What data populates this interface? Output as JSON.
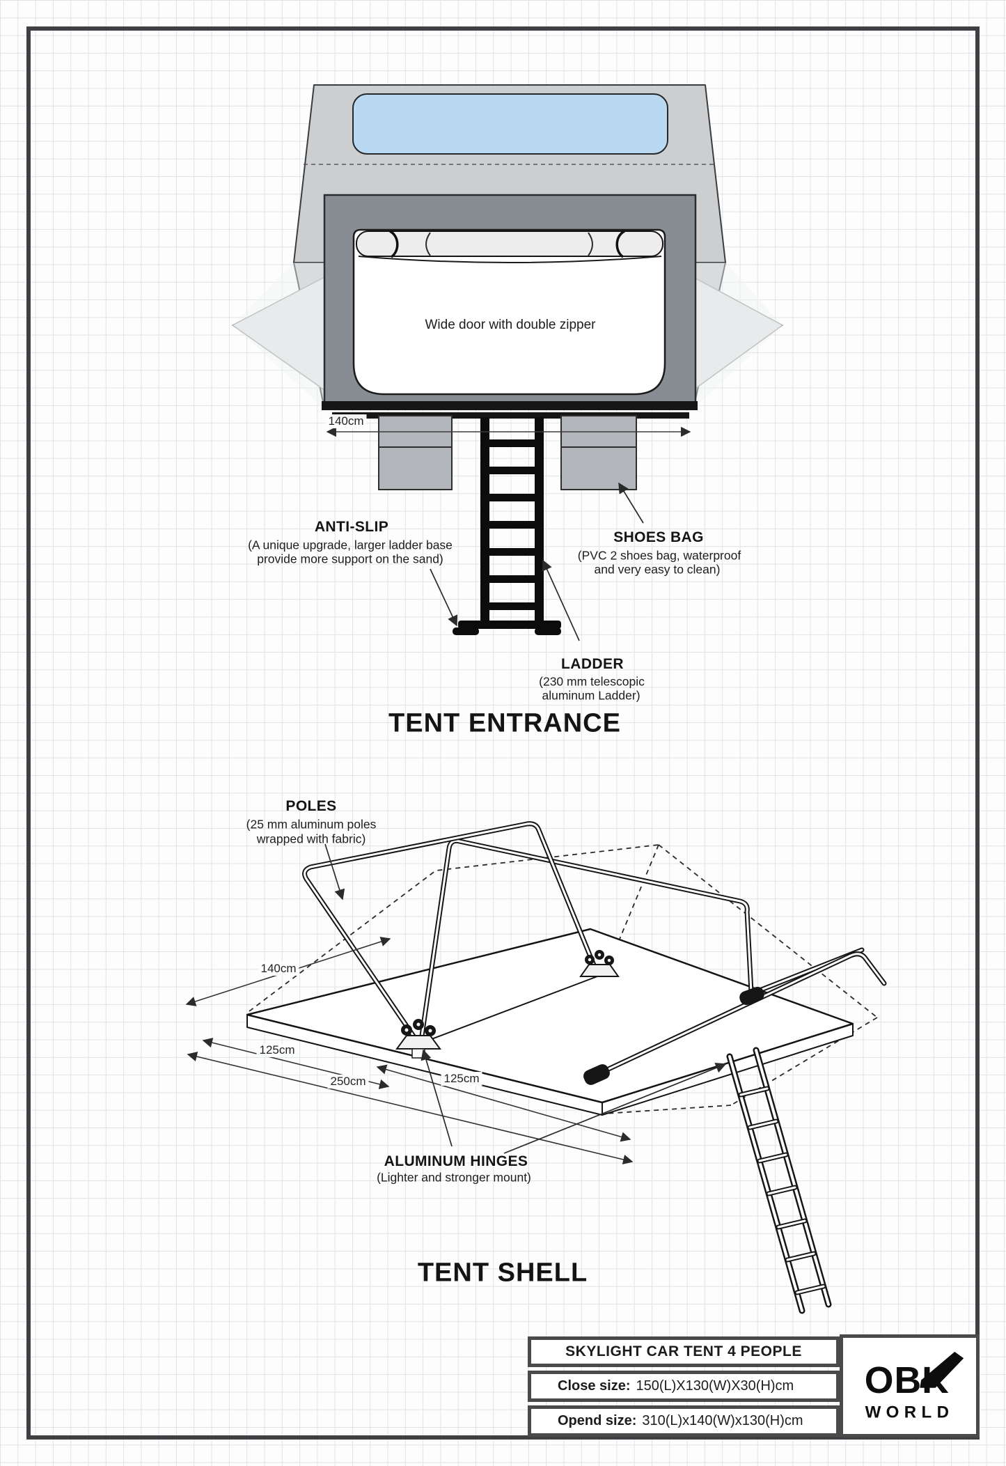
{
  "theme": {
    "grid": "#dfe3e6",
    "frame": "#3e4043",
    "canopy": "#c9cbcd",
    "canopy-lower": "#c4c6c8",
    "skylight": "#b9d9f2",
    "door-frame": "#878d93",
    "roll": "#ededee",
    "wing": "#e3e4e5",
    "bag": "#b2b6ba",
    "ink": "#161616",
    "table-border": "#4a4a4a"
  },
  "entrance": {
    "title": "TENT ENTRANCE",
    "door_label": "Wide door with double zipper",
    "dim_width": "140cm",
    "anti_slip": {
      "heading": "ANTI-SLIP",
      "desc1": "(A unique upgrade, larger ladder base",
      "desc2": "provide more support on the sand)"
    },
    "shoes_bag": {
      "heading": "SHOES BAG",
      "desc1": "(PVC 2 shoes bag, waterproof",
      "desc2": "and very easy to clean)"
    },
    "ladder": {
      "heading": "LADDER",
      "desc1": "(230 mm telescopic",
      "desc2": "aluminum Ladder)"
    }
  },
  "shell": {
    "title": "TENT SHELL",
    "dims": {
      "width": "140cm",
      "half_left": "125cm",
      "length": "250cm",
      "half_right": "125cm"
    },
    "poles": {
      "heading": "POLES",
      "desc1": "(25 mm aluminum poles",
      "desc2": "wrapped with fabric)"
    },
    "hinges": {
      "heading": "ALUMINUM HINGES",
      "desc1": "(Lighter and stronger mount)"
    }
  },
  "spec_table": {
    "title": "SKYLIGHT CAR TENT 4 PEOPLE",
    "rows": [
      {
        "label": "Close size:",
        "value": "150(L)X130(W)X30(H)cm"
      },
      {
        "label": "Opend size:",
        "value": "310(L)x140(W)x130(H)cm"
      }
    ],
    "brand": {
      "name": "OBK",
      "sub": "WORLD"
    }
  }
}
